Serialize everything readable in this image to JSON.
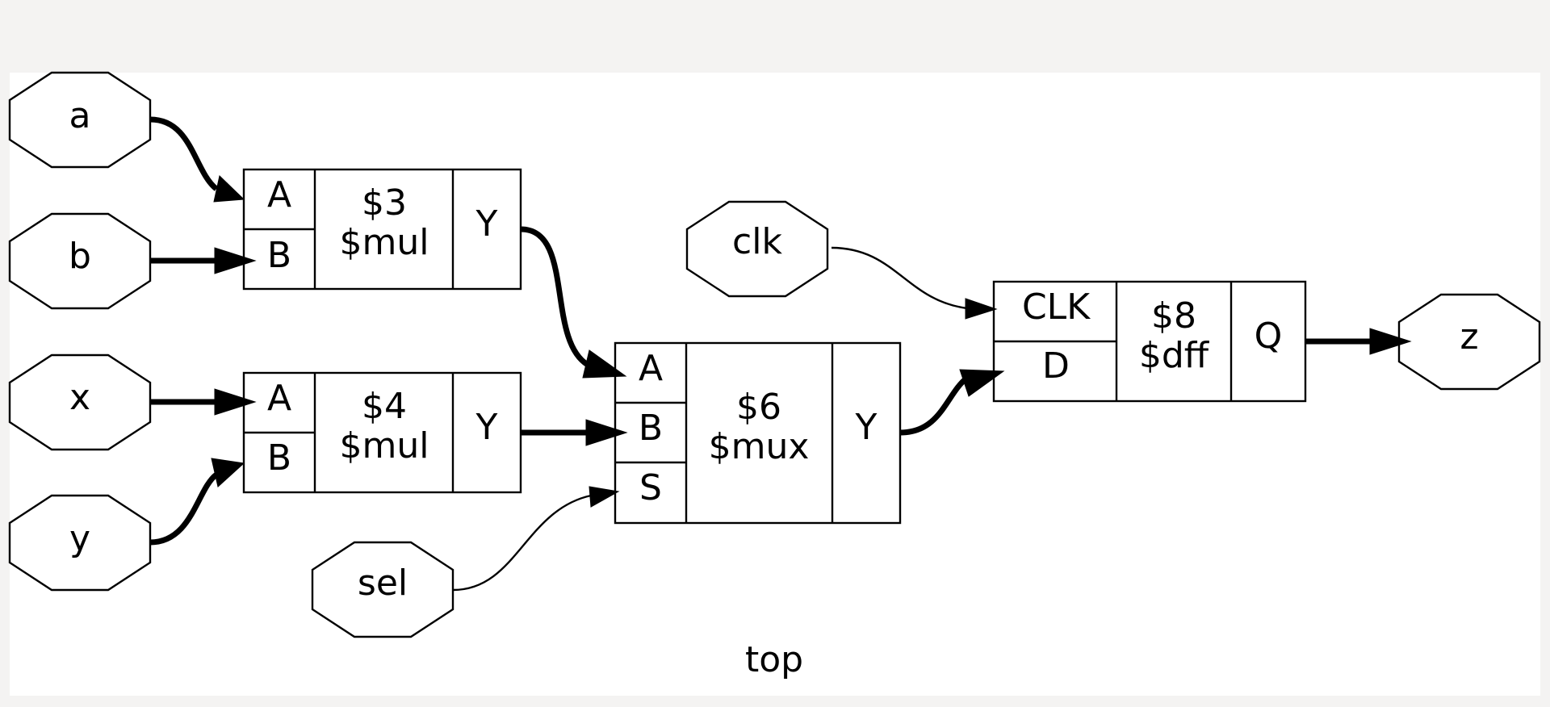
{
  "diagram": {
    "title": "top",
    "ports": [
      {
        "id": "a",
        "label": "a"
      },
      {
        "id": "b",
        "label": "b"
      },
      {
        "id": "x",
        "label": "x"
      },
      {
        "id": "y",
        "label": "y"
      },
      {
        "id": "sel",
        "label": "sel"
      },
      {
        "id": "clk",
        "label": "clk"
      },
      {
        "id": "z",
        "label": "z"
      }
    ],
    "cells": [
      {
        "id": "mul3",
        "name": "$3",
        "type": "$mul",
        "inputs": [
          "A",
          "B"
        ],
        "outputs": [
          "Y"
        ]
      },
      {
        "id": "mul4",
        "name": "$4",
        "type": "$mul",
        "inputs": [
          "A",
          "B"
        ],
        "outputs": [
          "Y"
        ]
      },
      {
        "id": "mux6",
        "name": "$6",
        "type": "$mux",
        "inputs": [
          "A",
          "B",
          "S"
        ],
        "outputs": [
          "Y"
        ]
      },
      {
        "id": "dff8",
        "name": "$8",
        "type": "$dff",
        "inputs": [
          "CLK",
          "D"
        ],
        "outputs": [
          "Q"
        ]
      }
    ],
    "edges": [
      {
        "from": "a",
        "to": "mul3.A",
        "bus": true
      },
      {
        "from": "b",
        "to": "mul3.B",
        "bus": true
      },
      {
        "from": "x",
        "to": "mul4.A",
        "bus": true
      },
      {
        "from": "y",
        "to": "mul4.B",
        "bus": true
      },
      {
        "from": "mul3.Y",
        "to": "mux6.A",
        "bus": true
      },
      {
        "from": "mul4.Y",
        "to": "mux6.B",
        "bus": true
      },
      {
        "from": "sel",
        "to": "mux6.S",
        "bus": false
      },
      {
        "from": "clk",
        "to": "dff8.CLK",
        "bus": false
      },
      {
        "from": "mux6.Y",
        "to": "dff8.D",
        "bus": true
      },
      {
        "from": "dff8.Q",
        "to": "z",
        "bus": true
      }
    ]
  }
}
